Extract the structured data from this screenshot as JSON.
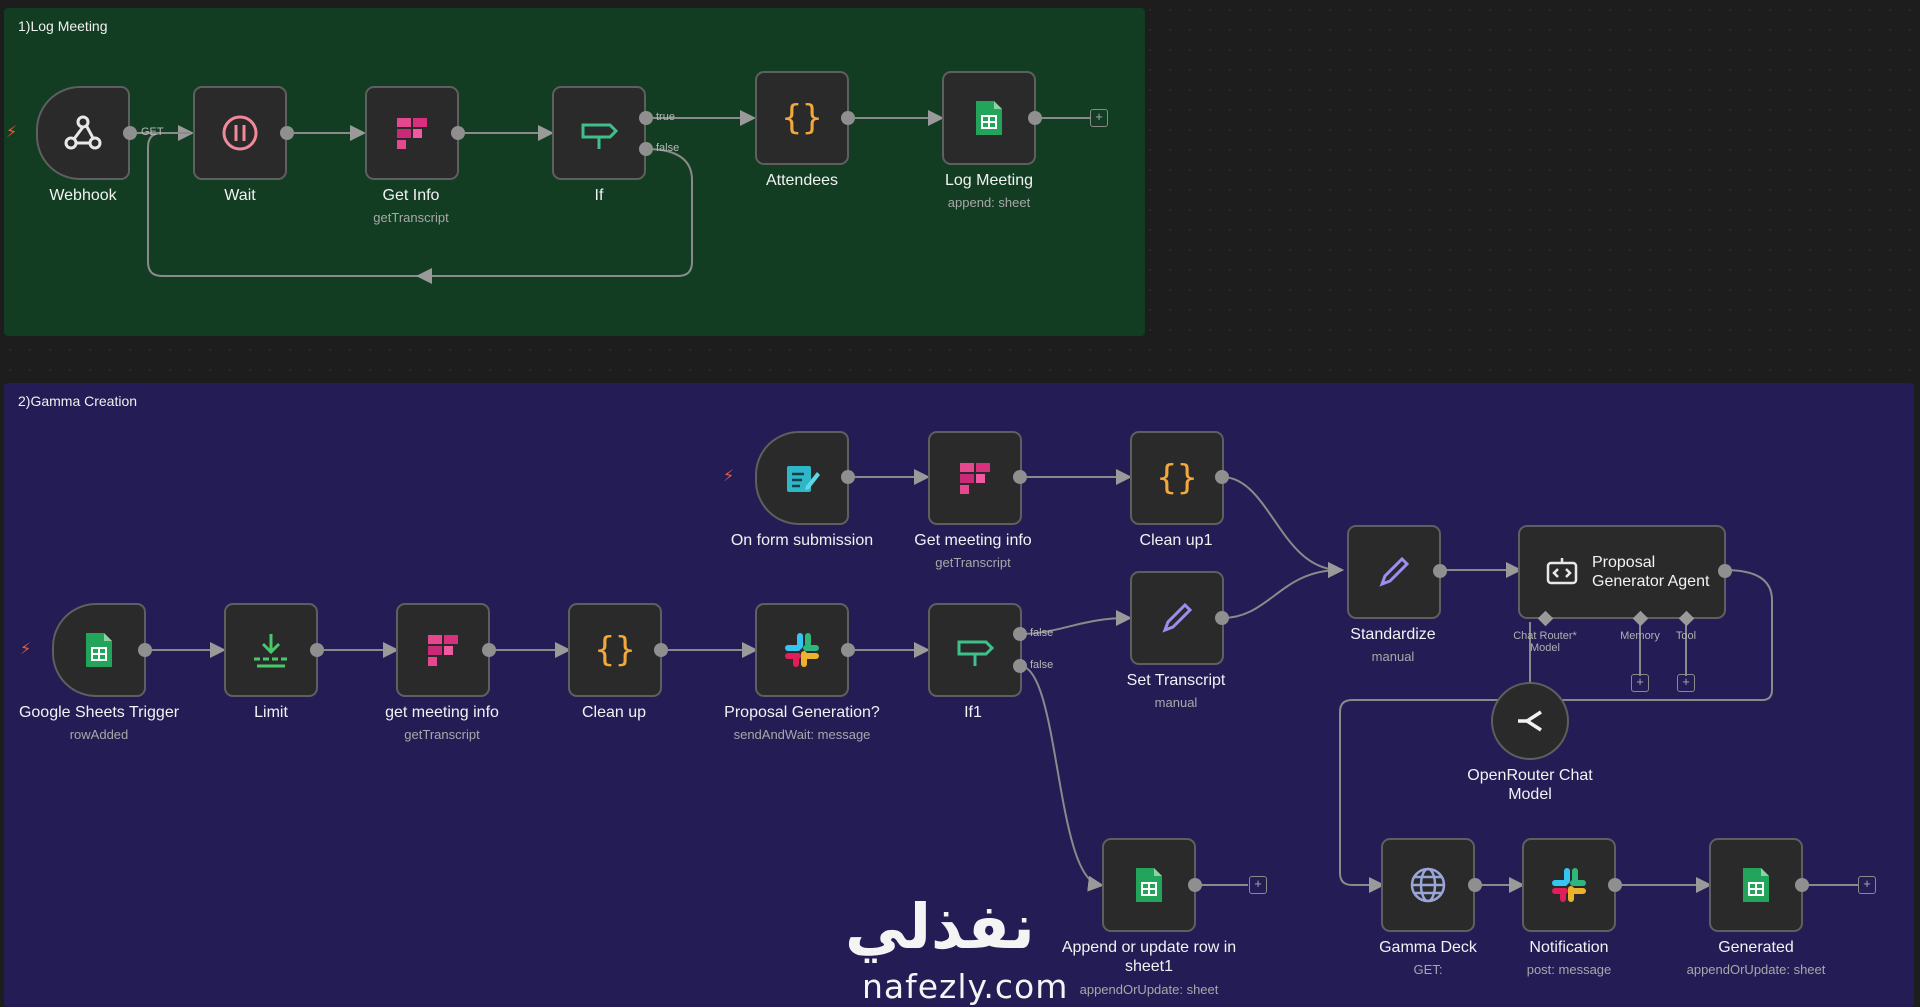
{
  "groups": {
    "log_meeting": {
      "title": "1)Log Meeting",
      "color": "#123d22"
    },
    "gamma_creation": {
      "title": "2)Gamma Creation",
      "color": "#241c55"
    }
  },
  "edge_labels": {
    "get": "GET",
    "true": "true",
    "false": "false"
  },
  "nodes": {
    "webhook": {
      "name": "Webhook",
      "icon": "webhook-icon"
    },
    "wait": {
      "name": "Wait",
      "icon": "pause-icon"
    },
    "get_info": {
      "name": "Get Info",
      "sub": "getTranscript",
      "icon": "fireflies-icon"
    },
    "if": {
      "name": "If",
      "icon": "signpost-icon"
    },
    "attendees": {
      "name": "Attendees",
      "icon": "code-braces-icon"
    },
    "log_meeting": {
      "name": "Log Meeting",
      "sub": "append: sheet",
      "icon": "google-sheets-icon"
    },
    "on_form": {
      "name": "On form submission",
      "icon": "form-icon"
    },
    "get_meeting_info_top": {
      "name": "Get meeting info",
      "sub": "getTranscript",
      "icon": "fireflies-icon"
    },
    "clean_up1": {
      "name": "Clean up1",
      "icon": "code-braces-icon"
    },
    "sheets_trigger": {
      "name": "Google Sheets Trigger",
      "sub": "rowAdded",
      "icon": "google-sheets-icon"
    },
    "limit": {
      "name": "Limit",
      "icon": "limit-icon"
    },
    "get_meeting_info": {
      "name": "get meeting info",
      "sub": "getTranscript",
      "icon": "fireflies-icon"
    },
    "clean_up": {
      "name": "Clean up",
      "icon": "code-braces-icon"
    },
    "proposal_generation": {
      "name": "Proposal Generation?",
      "sub": "sendAndWait: message",
      "icon": "slack-icon"
    },
    "if1": {
      "name": "If1",
      "icon": "signpost-icon"
    },
    "set_transcript": {
      "name": "Set Transcript",
      "sub": "manual",
      "icon": "pencil-icon"
    },
    "standardize": {
      "name": "Standardize",
      "sub": "manual",
      "icon": "pencil-icon"
    },
    "agent": {
      "name": "Proposal\nGenerator Agent",
      "icon": "robot-icon",
      "ports": {
        "model": "Chat Router* Model",
        "memory": "Memory",
        "tool": "Tool"
      }
    },
    "openrouter": {
      "name": "OpenRouter Chat\nModel",
      "icon": "openrouter-icon"
    },
    "append_update": {
      "name": "Append or update row in\nsheet1",
      "sub": "appendOrUpdate: sheet",
      "icon": "google-sheets-icon"
    },
    "gamma_deck": {
      "name": "Gamma Deck",
      "sub": "GET:",
      "icon": "globe-icon"
    },
    "notification": {
      "name": "Notification",
      "sub": "post: message",
      "icon": "slack-icon"
    },
    "generated": {
      "name": "Generated",
      "sub": "appendOrUpdate: sheet",
      "icon": "google-sheets-icon"
    }
  },
  "watermark": {
    "arabic": "نفذلي",
    "latin": "nafezly.com"
  }
}
